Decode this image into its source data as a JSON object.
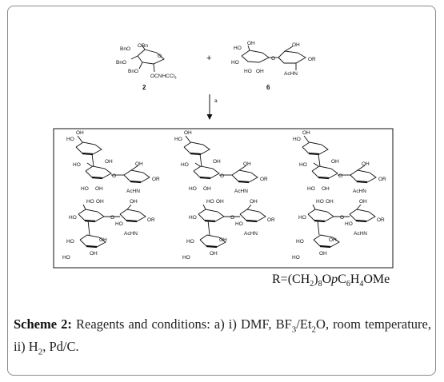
{
  "reactants": {
    "compound_2": {
      "number": "2",
      "labels": {
        "obn_top": "OBn",
        "bno_top": "BnO",
        "bno_mid": "BnO",
        "bno_low": "BnO",
        "ocnhccl3": "OCNHCCl",
        "ccl3_sub": "3",
        "o": "O"
      }
    },
    "plus": "+",
    "compound_6": {
      "number": "6",
      "labels": {
        "ho1": "HO",
        "oh1": "OH",
        "ho2": "HO",
        "ho3": "HO",
        "oh2": "OH",
        "o": "O",
        "or": "OR",
        "achn": "AcHN",
        "oh3": "OH"
      }
    }
  },
  "arrow": {
    "label": "a"
  },
  "products": {
    "common": {
      "ho": "HO",
      "oh": "OH",
      "or": "OR",
      "achn": "AcHN",
      "o": "O"
    }
  },
  "r_definition": {
    "prefix": "R=(CH",
    "sub1": "2",
    "mid1": ")",
    "sub2": "8",
    "mid2": "O",
    "italic_p": "p",
    "mid3": "C",
    "sub3": "6",
    "mid4": "H",
    "sub4": "4",
    "suffix": "OMe"
  },
  "caption": {
    "label": "Scheme 2:",
    "text_a": " Reagents and conditions: a) i) DMF, BF",
    "sub_a": "3",
    "text_b": "/Et",
    "sub_b": "2",
    "text_c": "O, room temperature, ii) H",
    "sub_c": "2",
    "text_d": ", Pd/C."
  }
}
